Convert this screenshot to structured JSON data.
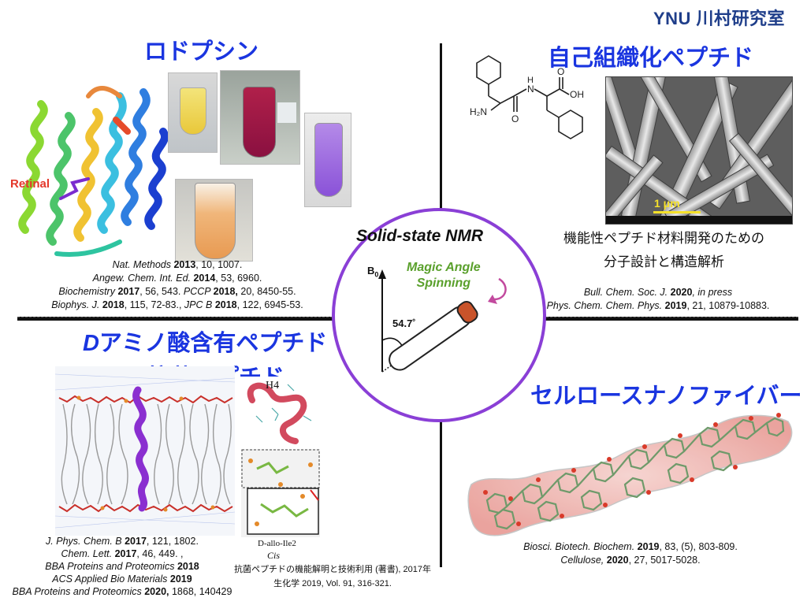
{
  "lab": {
    "title": "YNU 川村研究室"
  },
  "rhodopsin": {
    "title": "ロドプシン",
    "retinal_label": "Retinal",
    "refs": [
      {
        "journal": "Nat. Methods",
        "year": "2013",
        "rest": ", 10, 1007."
      },
      {
        "journal": "Angew. Chem. Int. Ed.",
        "year": "2014",
        "rest": ", 53, 6960."
      },
      {
        "journal": "Biochemistry",
        "year": "2017",
        "rest": ", 56, 543. ",
        "journal2": "PCCP",
        "year2": "2018,",
        "rest2": " 20, 8450-55."
      },
      {
        "journal": "Biophys. J.",
        "year": "2018",
        "rest": ", 115, 72-83., ",
        "journal2": "JPC B",
        "year2": "2018",
        "rest2": ", 122, 6945-53."
      }
    ]
  },
  "peptide": {
    "title": "自己組織化ペプチド",
    "scale_bar": "1 μm",
    "desc_line1": "機能性ペプチド材料開発のための",
    "desc_line2": "分子設計と構造解析",
    "atoms": {
      "h2n": "H₂N",
      "nh": "N",
      "nh_h": "H",
      "oh": "OH",
      "o1": "O",
      "o2": "O"
    },
    "refs": [
      {
        "journal": "Bull. Chem. Soc. J.",
        "year": "2020",
        "rest": ", in press"
      },
      {
        "journal": "Phys. Chem. Chem. Phys.",
        "year": "2019",
        "rest": ", 21, 10879-10883."
      }
    ]
  },
  "nmr": {
    "title": "Solid-state NMR",
    "field_label": "B",
    "field_sub": "0",
    "angle": "54.7˚",
    "mas_line1": "Magic Angle",
    "mas_line2": "Spinning"
  },
  "damino": {
    "title_prefix": "D",
    "title_rest": "アミノ酸含有ペプチド",
    "title_line2": "・抗菌ペプチド",
    "h4_label": "H4",
    "residue_label": "D-allo-Ile2",
    "cis_label": "Cis",
    "refs": [
      {
        "journal": "J. Phys. Chem. B",
        "year": "2017",
        "rest": ", 121, 1802."
      },
      {
        "journal": "Chem. Lett.",
        "year": "2017",
        "rest": ", 46, 449. ,"
      },
      {
        "journal": "BBA Proteins and Proteomics",
        "year": "2018",
        "rest": ""
      },
      {
        "journal": "ACS Applied Bio Materials",
        "year": "2019",
        "rest": ""
      },
      {
        "journal": "BBA Proteins and Proteomics",
        "year": "2020,",
        "rest": " 1868, 140429"
      }
    ],
    "book_line1": "抗菌ペプチドの機能解明と技術利用 (著書), 2017年",
    "book_line2": "生化学 2019, Vol. 91, 316-321."
  },
  "cellulose": {
    "title": "セルロースナノファイバー",
    "refs": [
      {
        "journal": "Biosci. Biotech. Biochem.",
        "year": "2019",
        "rest": ", 83, (5), 803-809."
      },
      {
        "journal": "Cellulose",
        "year": "2020",
        "rest": ", 27, 5017-5028."
      }
    ]
  },
  "colors": {
    "title_blue": "#1a35e0",
    "lab_blue": "#1f3e8a",
    "circle_purple": "#8a3fd6",
    "mas_green": "#5aa02c",
    "retinal_red": "#e4382b"
  }
}
